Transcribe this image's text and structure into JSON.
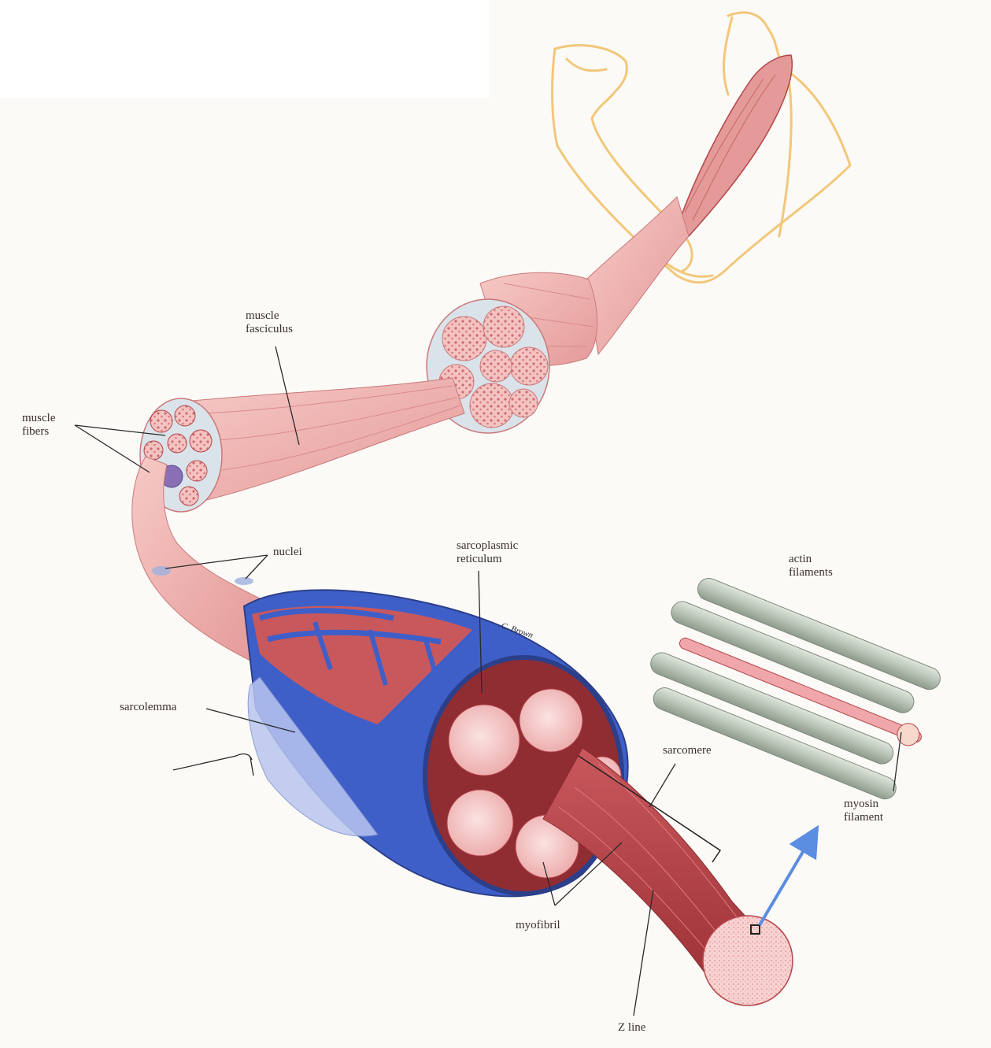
{
  "labels": {
    "muscle_fasciculus": "muscle\nfasciculus",
    "muscle_fibers": "muscle\nfibers",
    "nuclei": "nuclei",
    "sarcoplasmic_reticulum": "sarcoplasmic\nreticulum",
    "actin_filaments": "actin\nfilaments",
    "sarcolemma": "sarcolemma",
    "sarcomere": "sarcomere",
    "myosin_filament": "myosin\nfilament",
    "myofibril": "myofibril",
    "z_line": "Z line"
  },
  "signature": "C. Brown",
  "colors": {
    "muscle_pink": "#e8a3a3",
    "muscle_dark": "#b5454a",
    "sarcolemma_blue": "#3f5fc8",
    "skin_outline": "#f2c77a",
    "filament_grey": "#b9c4b8",
    "arrow_blue": "#5b8de0"
  }
}
